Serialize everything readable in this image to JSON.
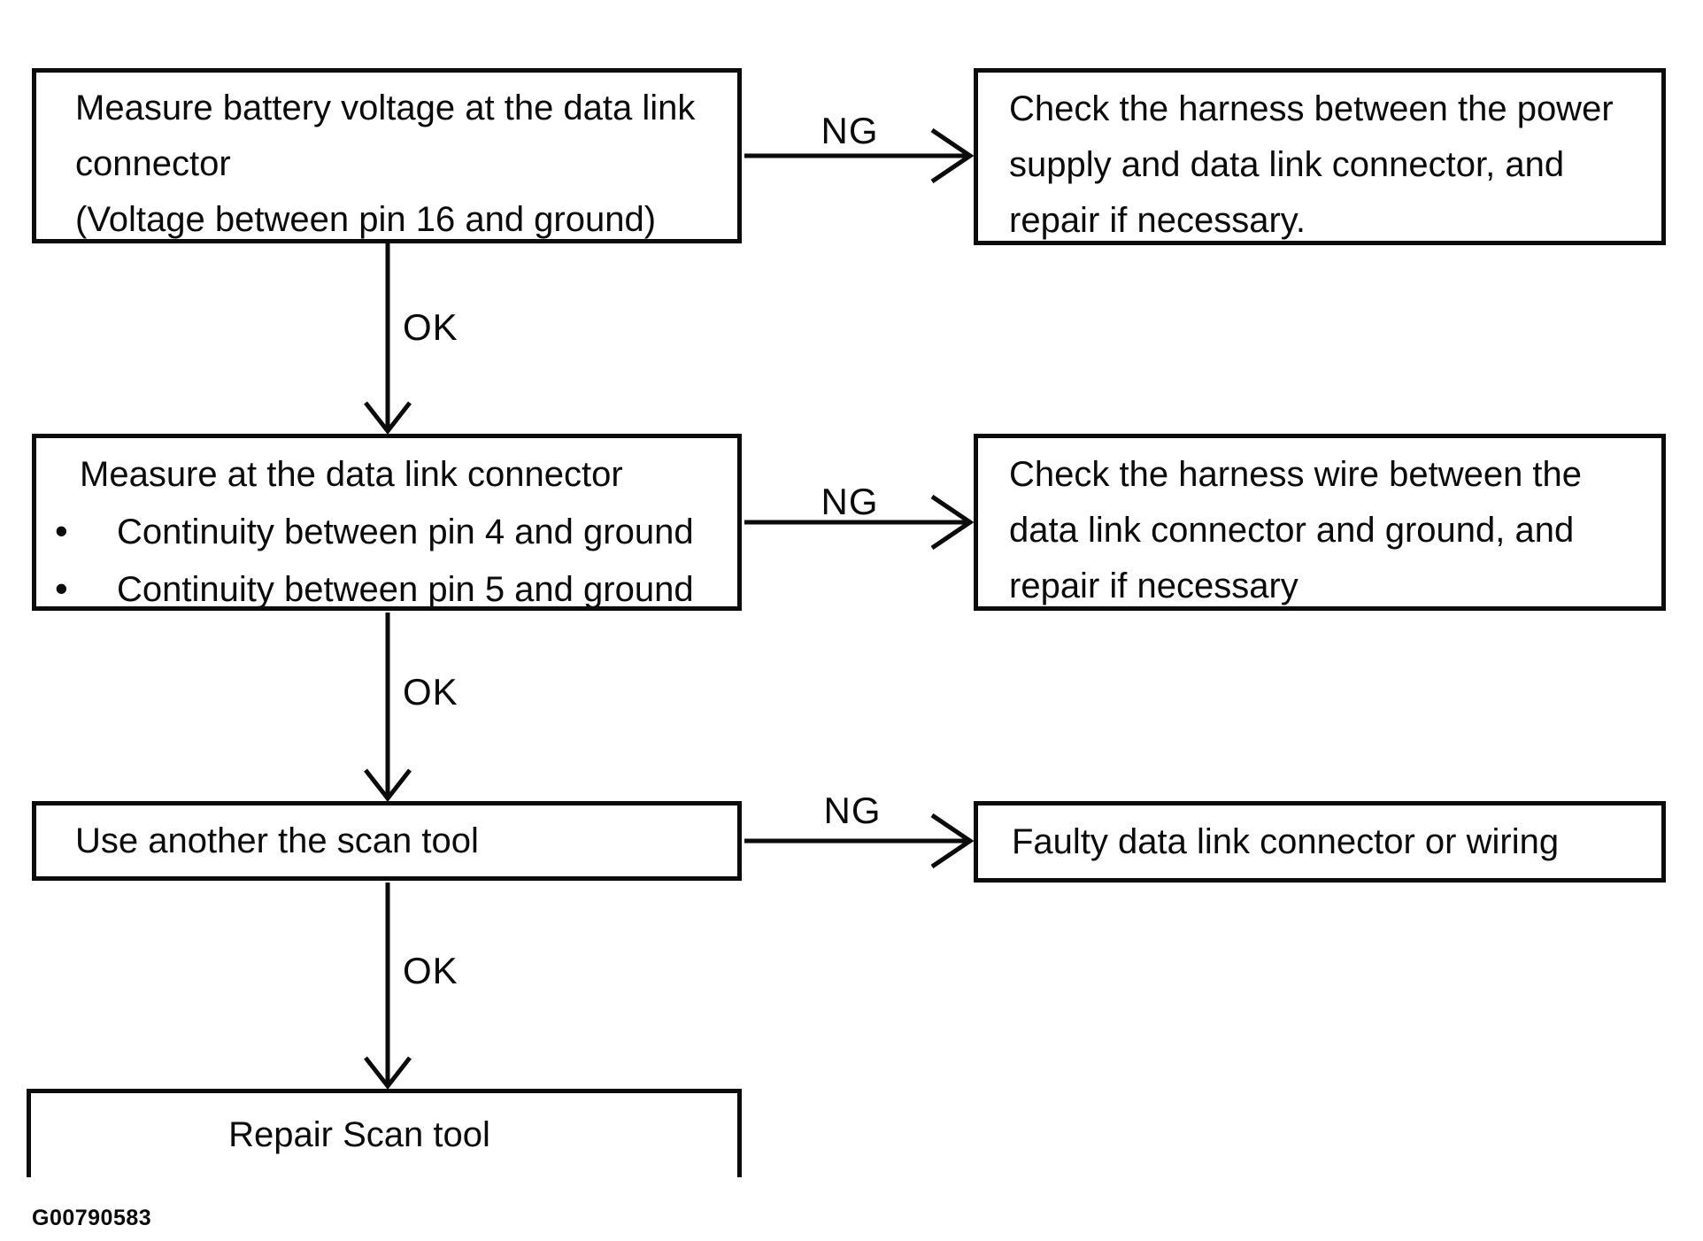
{
  "figure": {
    "id_label": "G00790583",
    "background": "#ffffff",
    "ink_color": "#0b0b0b",
    "type": "troubleshooting-flowchart"
  },
  "labels": {
    "ok": "OK",
    "ng": "NG",
    "bullet": "•"
  },
  "nodes": {
    "step1": {
      "lines": [
        "Measure battery voltage at the data link",
        "connector",
        "(Voltage between pin 16 and ground)"
      ]
    },
    "check_power_harness": {
      "lines": [
        "Check the harness between the power",
        "supply and data link connector, and",
        "repair if necessary."
      ]
    },
    "step2": {
      "title": "Measure at the data link connector",
      "bullets": [
        "Continuity between pin 4 and ground",
        "Continuity between pin 5 and ground"
      ]
    },
    "check_ground_harness": {
      "lines": [
        "Check the harness wire between the",
        "data link connector and ground, and",
        "repair if necessary"
      ]
    },
    "step3": {
      "text": "Use another the scan tool"
    },
    "faulty_connector": {
      "text": "Faulty data link connector or wiring"
    },
    "repair_scan_tool": {
      "text": "Repair Scan tool"
    }
  },
  "edges": [
    {
      "from": "step1",
      "to": "check_power_harness",
      "label": "NG",
      "direction": "right"
    },
    {
      "from": "step1",
      "to": "step2",
      "label": "OK",
      "direction": "down"
    },
    {
      "from": "step2",
      "to": "check_ground_harness",
      "label": "NG",
      "direction": "right"
    },
    {
      "from": "step2",
      "to": "step3",
      "label": "OK",
      "direction": "down"
    },
    {
      "from": "step3",
      "to": "faulty_connector",
      "label": "NG",
      "direction": "right"
    },
    {
      "from": "step3",
      "to": "repair_scan_tool",
      "label": "OK",
      "direction": "down"
    }
  ]
}
